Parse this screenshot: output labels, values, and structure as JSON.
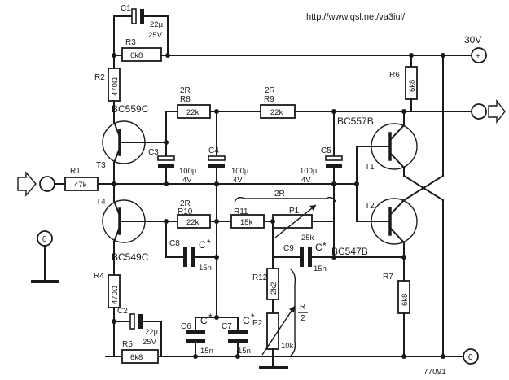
{
  "header": {
    "url": "http://www.qsl.net/va3iul/"
  },
  "supply": {
    "voltage": "30V",
    "plus": "+"
  },
  "footer": {
    "drawing_number": "77091"
  },
  "transistors": {
    "t1": {
      "ref": "T1",
      "type": "BC557B"
    },
    "t2": {
      "ref": "T2",
      "type": "BC547B"
    },
    "t3": {
      "ref": "T3",
      "type": "BC559C"
    },
    "t4": {
      "ref": "T4",
      "type": "BC549C"
    }
  },
  "resistors": {
    "r1": {
      "ref": "R1",
      "value": "47k"
    },
    "r2": {
      "ref": "R2",
      "value": "470Ω"
    },
    "r3": {
      "ref": "R3",
      "value": "6k8"
    },
    "r4": {
      "ref": "R4",
      "value": "470Ω"
    },
    "r5": {
      "ref": "R5",
      "value": "6k8"
    },
    "r6": {
      "ref": "R6",
      "value": "6k8"
    },
    "r7": {
      "ref": "R7",
      "value": "6k8"
    },
    "r8": {
      "ref": "R8",
      "value": "22k",
      "tag": "2R"
    },
    "r9": {
      "ref": "R9",
      "value": "22k",
      "tag": "2R"
    },
    "r10": {
      "ref": "R10",
      "value": "22k",
      "tag": "2R"
    },
    "r11": {
      "ref": "R11",
      "value": "15k"
    },
    "r12": {
      "ref": "R12",
      "value": "2k2"
    }
  },
  "pots": {
    "p1": {
      "ref": "P1",
      "value": "25k"
    },
    "p2": {
      "ref": "P2",
      "value": "10k"
    }
  },
  "capacitors": {
    "c1": {
      "ref": "C1",
      "value": "22µ",
      "voltage": "25V"
    },
    "c2": {
      "ref": "C2",
      "value": "22µ",
      "voltage": "25V"
    },
    "c3": {
      "ref": "C3",
      "value": "100µ",
      "voltage": "4V"
    },
    "c4": {
      "ref": "C4",
      "value": "100µ",
      "voltage": "4V"
    },
    "c5": {
      "ref": "C5",
      "value": "100µ",
      "voltage": "4V"
    },
    "c6": {
      "ref": "C6",
      "value": "15n",
      "tag": "C"
    },
    "c7": {
      "ref": "C7",
      "value": "15n",
      "tag": "C"
    },
    "c8": {
      "ref": "C8",
      "value": "15n",
      "tag": "C"
    },
    "c9": {
      "ref": "C9",
      "value": "15n",
      "tag": "C"
    }
  },
  "annotations": {
    "two_r": "2R",
    "r_over_2_num": "R",
    "r_over_2_den": "2",
    "star": "*",
    "ground_label": "0",
    "ground_label_right": "0"
  }
}
